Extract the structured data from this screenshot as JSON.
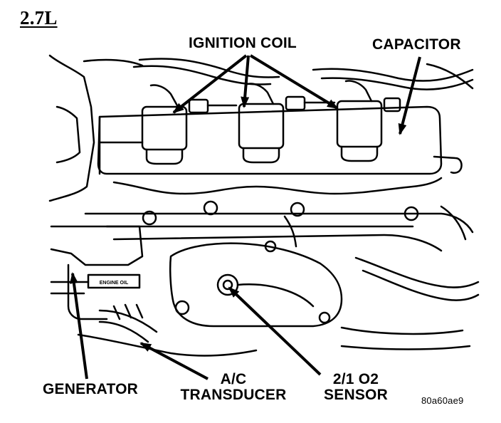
{
  "title": "2.7L",
  "callouts": {
    "ignition_coil": "IGNITION COIL",
    "capacitor": "CAPACITOR",
    "generator": "GENERATOR",
    "ac_transducer_line1": "A/C",
    "ac_transducer_line2": "TRANSDUCER",
    "o2_sensor_line1": "2/1 O2",
    "o2_sensor_line2": "SENSOR"
  },
  "part_tag": "ENGINE OIL",
  "figure_code": "80a60ae9",
  "colors": {
    "ink": "#000000",
    "paper": "#ffffff"
  }
}
